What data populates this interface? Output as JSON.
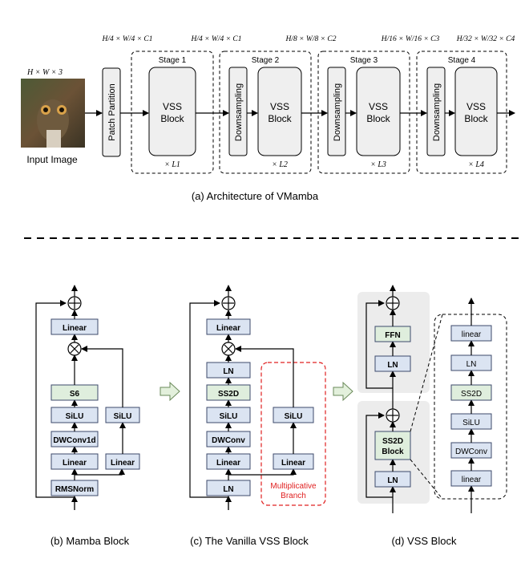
{
  "top": {
    "dim_input": "H × W × 3",
    "input_label": "Input Image",
    "patch_partition": "Patch Partition",
    "dims": [
      "H/4 × W/4 × C1",
      "H/4 × W/4 × C1",
      "H/8 × W/8 × C2",
      "H/16 × W/16 × C3",
      "H/32 × W/32 × C4"
    ],
    "stages": [
      "Stage 1",
      "Stage 2",
      "Stage 3",
      "Stage 4"
    ],
    "vss_block": [
      "VSS",
      "Block"
    ],
    "downsampling": "Downsampling",
    "repeats": [
      "× L1",
      "× L2",
      "× L3",
      "× L4"
    ],
    "caption": "(a) Architecture of VMamba"
  },
  "mamba": {
    "linear_top": "Linear",
    "s6": "S6",
    "silu": "SiLU",
    "dwconv": "DWConv1d",
    "linear": "Linear",
    "rmsnorm": "RMSNorm",
    "silu_right": "SiLU",
    "linear_right": "Linear",
    "caption": "(b) Mamba Block"
  },
  "vanilla": {
    "linear_top": "Linear",
    "ln_mid": "LN",
    "ss2d": "SS2D",
    "silu": "SiLU",
    "dwconv": "DWConv",
    "linear": "Linear",
    "ln_bottom": "LN",
    "silu_right": "SiLU",
    "linear_right": "Linear",
    "branch_label": [
      "Multiplicative",
      "Branch"
    ],
    "caption": "(c) The Vanilla VSS Block"
  },
  "vss": {
    "ffn": "FFN",
    "ln_ffn": "LN",
    "ss2d_block": [
      "SS2D",
      "Block"
    ],
    "ln_ss2d": "LN",
    "detail_linear_top": "linear",
    "detail_ln": "LN",
    "detail_ss2d": "SS2D",
    "detail_silu": "SiLU",
    "detail_dwconv": "DWConv",
    "detail_linear_bottom": "linear",
    "caption": "(d) VSS Block"
  },
  "colors": {
    "blue_box": "#dbe4f2",
    "green_box": "#dfeedd",
    "gray_box": "#efefef",
    "group_bg": "#ececec",
    "branch_red": "#e02020"
  }
}
